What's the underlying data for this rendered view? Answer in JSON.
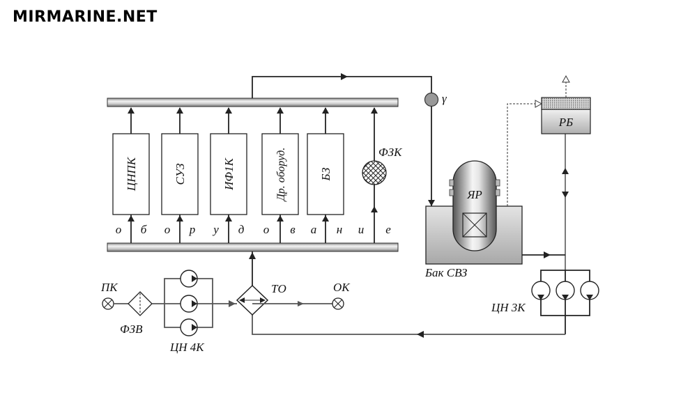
{
  "logo": {
    "text": "MIRMARINE.NET"
  },
  "header_manifold": {
    "label": ""
  },
  "equipment_blocks": [
    {
      "id": "cnpk",
      "label": "ЦНПК"
    },
    {
      "id": "suz",
      "label": "СУЗ"
    },
    {
      "id": "if1k",
      "label": "ИФ1К"
    },
    {
      "id": "dr",
      "label": "Др. оборуд."
    },
    {
      "id": "bz",
      "label": "БЗ"
    }
  ],
  "filter_fzk": {
    "label": "ФЗК"
  },
  "letters": [
    "о",
    "б",
    "о",
    "р",
    "у",
    "д",
    "о",
    "в",
    "а",
    "н",
    "и",
    "е"
  ],
  "gamma": {
    "label": "γ"
  },
  "reactor": {
    "label": "ЯР"
  },
  "tank": {
    "label": "Бак  СВЗ"
  },
  "rb": {
    "label": "РБ"
  },
  "pumps_3k": {
    "label": "ЦН 3К"
  },
  "pumps_4k": {
    "label": "ЦН 4К"
  },
  "pk": {
    "label": "ПК"
  },
  "fzv": {
    "label": "ФЗВ"
  },
  "to": {
    "label": "ТО"
  },
  "ok": {
    "label": "ОК"
  },
  "colors": {
    "line": "#222222",
    "line_gray": "#555555",
    "pipe": "#bbbbbb",
    "tank": "#c8c8c8"
  }
}
